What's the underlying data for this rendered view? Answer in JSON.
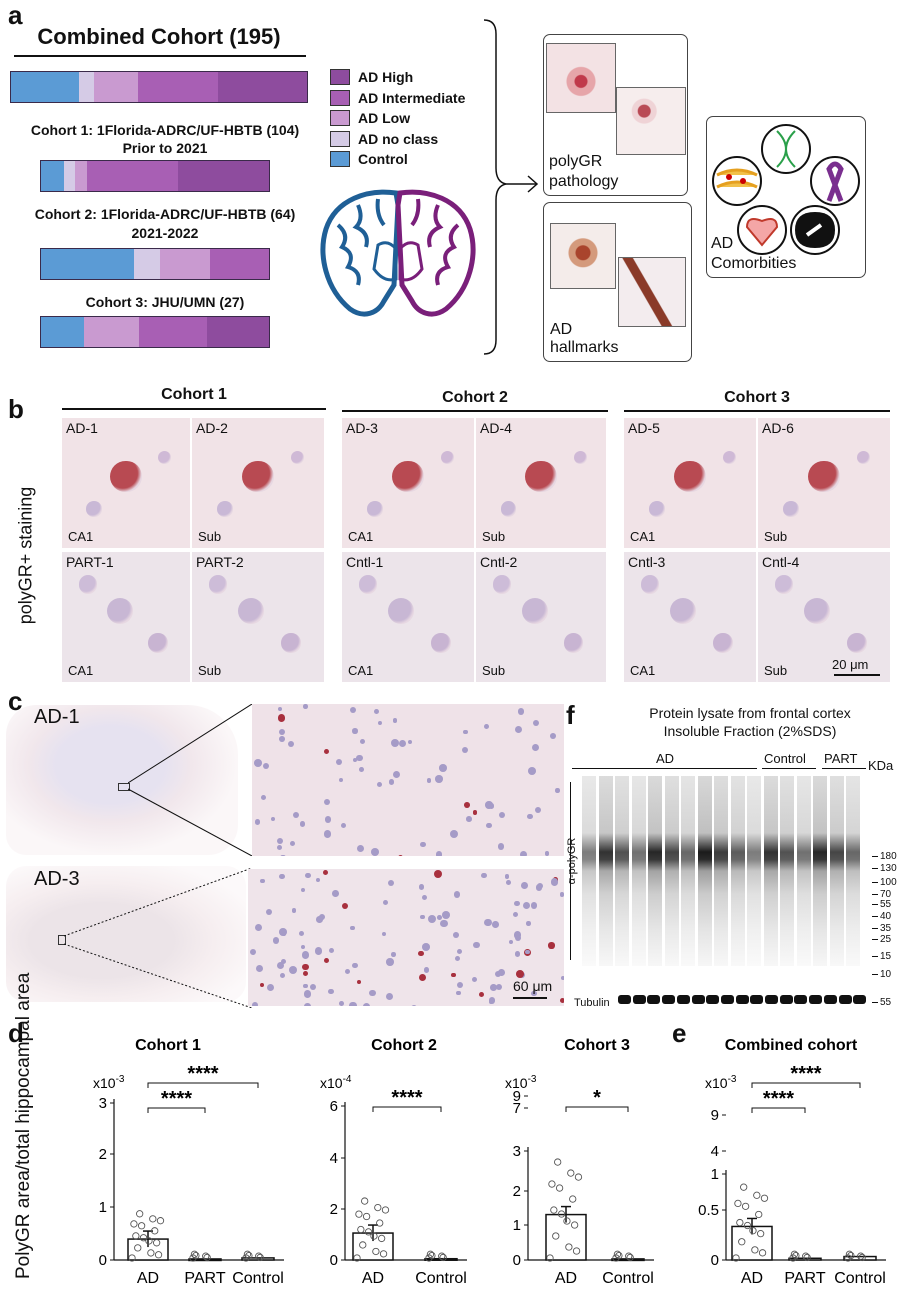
{
  "panel_labels": {
    "a": "a",
    "b": "b",
    "c": "c",
    "d": "d",
    "e": "e",
    "f": "f"
  },
  "panel_a": {
    "combined_title": "Combined Cohort (195)",
    "cohort1_title": "Cohort 1: 1Florida-ADRC/UF-HBTB (104)",
    "cohort1_sub": "Prior to 2021",
    "cohort2_title": "Cohort 2: 1Florida-ADRC/UF-HBTB (64)",
    "cohort2_sub": "2021-2022",
    "cohort3_title": "Cohort 3: JHU/UMN (27)",
    "legend": [
      {
        "label": "AD High",
        "color": "#8e4c9e"
      },
      {
        "label": "AD Intermediate",
        "color": "#a85fb4"
      },
      {
        "label": "AD Low",
        "color": "#c99ad0"
      },
      {
        "label": "AD no class",
        "color": "#d5cbe6"
      },
      {
        "label": "Control",
        "color": "#5b9bd5"
      }
    ],
    "bars": {
      "combined": [
        0.23,
        0.05,
        0.15,
        0.27,
        0.3
      ],
      "cohort1": [
        0.1,
        0.05,
        0.05,
        0.4,
        0.4
      ],
      "cohort2": [
        0.41,
        0.11,
        0.22,
        0.26,
        0.0
      ],
      "cohort3": [
        0.19,
        0.0,
        0.24,
        0.3,
        0.27
      ]
    },
    "box_polygr": "polyGR\npathology",
    "box_polygr_l1": "polyGR",
    "box_polygr_l2": "pathology",
    "box_hallmarks_l1": "AD",
    "box_hallmarks_l2": "hallmarks",
    "box_comorb_l1": "AD",
    "box_comorb_l2": "Comorbities"
  },
  "panel_b": {
    "side_label": "polyGR+ staining",
    "col_titles": [
      "Cohort 1",
      "Cohort 2",
      "Cohort 3"
    ],
    "top_row": [
      {
        "name": "AD-1",
        "region": "CA1"
      },
      {
        "name": "AD-2",
        "region": "Sub"
      },
      {
        "name": "AD-3",
        "region": "CA1"
      },
      {
        "name": "AD-4",
        "region": "Sub"
      },
      {
        "name": "AD-5",
        "region": "CA1"
      },
      {
        "name": "AD-6",
        "region": "Sub"
      }
    ],
    "bottom_row": [
      {
        "name": "PART-1",
        "region": "CA1"
      },
      {
        "name": "PART-2",
        "region": "Sub"
      },
      {
        "name": "Cntl-1",
        "region": "CA1"
      },
      {
        "name": "Cntl-2",
        "region": "Sub"
      },
      {
        "name": "Cntl-3",
        "region": "CA1"
      },
      {
        "name": "Cntl-4",
        "region": "Sub"
      }
    ],
    "scale": "20 μm"
  },
  "panel_c": {
    "top_label": "AD-1",
    "bottom_label": "AD-3",
    "scale": "60 μm"
  },
  "panel_f": {
    "title_l1": "Protein lysate from frontal cortex",
    "title_l2": "Insoluble Fraction (2%SDS)",
    "group_ad": "AD",
    "group_control": "Control",
    "group_part": "PART",
    "kda": "KDa",
    "antibody": "α-polyGR",
    "loading": "Tubulin",
    "markers": [
      "180",
      "130",
      "100",
      "70",
      "55",
      "40",
      "35",
      "25",
      "15",
      "10"
    ],
    "tubulin_marker": "55"
  },
  "chart_data": [
    {
      "type": "bar",
      "title": "Cohort 1",
      "ylabel": "PolyGR area/total hippocampal area",
      "multiplier": "x10-3",
      "multiplier_base": "x10",
      "multiplier_exp": "-3",
      "categories": [
        "AD",
        "PART",
        "Control"
      ],
      "values": [
        0.4,
        0.02,
        0.04
      ],
      "ylim": [
        0,
        3
      ],
      "yticks": [
        "0",
        "1",
        "2",
        "3"
      ],
      "significance": [
        {
          "pair": [
            "AD",
            "PART"
          ],
          "label": "****"
        },
        {
          "pair": [
            "AD",
            "Control"
          ],
          "label": "****"
        }
      ]
    },
    {
      "type": "bar",
      "title": "Cohort 2",
      "multiplier": "x10-4",
      "multiplier_base": "x10",
      "multiplier_exp": "-4",
      "categories": [
        "AD",
        "Control"
      ],
      "values": [
        1.05,
        0.05
      ],
      "ylim": [
        0,
        6
      ],
      "yticks": [
        "0",
        "2",
        "4",
        "6"
      ],
      "significance": [
        {
          "pair": [
            "AD",
            "Control"
          ],
          "label": "****"
        }
      ]
    },
    {
      "type": "bar",
      "title": "Cohort 3",
      "multiplier": "x10-3",
      "multiplier_base": "x10",
      "multiplier_exp": "-3",
      "categories": [
        "AD",
        "Control"
      ],
      "values": [
        1.25,
        0.03
      ],
      "yticks": [
        "0",
        "1",
        "2",
        "3",
        "7",
        "9"
      ],
      "significance": [
        {
          "pair": [
            "AD",
            "Control"
          ],
          "label": "*"
        }
      ]
    },
    {
      "type": "bar",
      "title": "Combined cohort",
      "multiplier": "x10-3",
      "multiplier_base": "x10",
      "multiplier_exp": "-3",
      "categories": [
        "AD",
        "PART",
        "Control"
      ],
      "values": [
        0.39,
        0.02,
        0.04
      ],
      "yticks": [
        "0",
        "0.5",
        "1",
        "4",
        "9"
      ],
      "significance": [
        {
          "pair": [
            "AD",
            "PART"
          ],
          "label": "****"
        },
        {
          "pair": [
            "AD",
            "Control"
          ],
          "label": "****"
        }
      ]
    }
  ]
}
